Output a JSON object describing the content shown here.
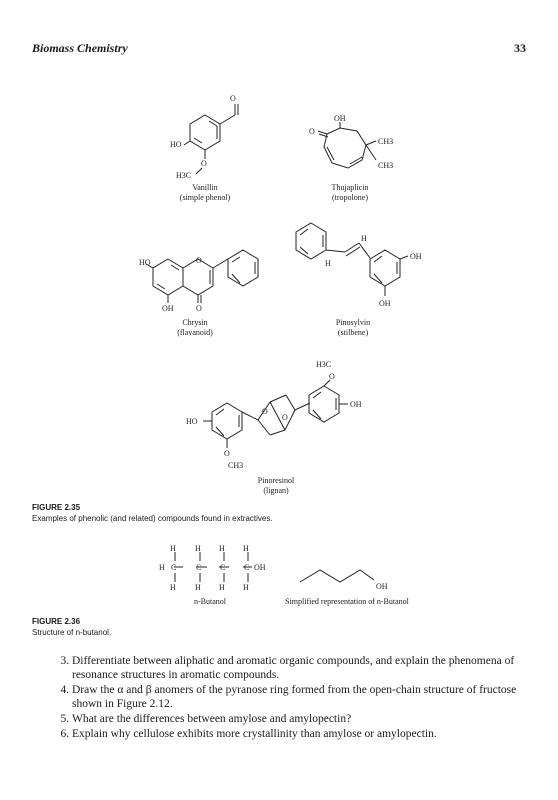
{
  "header": {
    "running_title": "Biomass Chemistry",
    "page_number": "33"
  },
  "compounds": {
    "vanillin": {
      "name": "Vanillin",
      "class": "(simple phenol)"
    },
    "thujaplicin": {
      "name": "Thujaplicin",
      "class": "(tropolone)"
    },
    "chrysin": {
      "name": "Chrysin",
      "class": "(flavanoid)"
    },
    "pinosylvin": {
      "name": "Pinosylvin",
      "class": "(stilbene)"
    },
    "pinoresinol": {
      "name": "Pinoresinol",
      "class": "(lignan)"
    }
  },
  "atoms": {
    "o": "O",
    "ho": "HO",
    "oh": "OH",
    "h": "H",
    "c": "C",
    "h3c": "H3C",
    "ch3": "CH3"
  },
  "figure_2_35": {
    "label": "FIGURE 2.35",
    "caption": "Examples of phenolic (and related) compounds found in extractives."
  },
  "butanol": {
    "name": "n-Butanol",
    "simplified": "Simplified representation of n-Butanol"
  },
  "figure_2_36": {
    "label": "FIGURE 2.36",
    "caption": "Structure of n-butanol."
  },
  "questions": [
    "Differentiate between aliphatic and aromatic organic compounds, and explain the phenomena of resonance structures in aromatic compounds.",
    "Draw the α and β anomers of the pyranose ring formed from the open-chain structure of fructose shown in Figure 2.12.",
    "What are the differences between amylose and amylopectin?",
    "Explain why cellulose exhibits more crystallinity than amylose or amylopectin."
  ]
}
